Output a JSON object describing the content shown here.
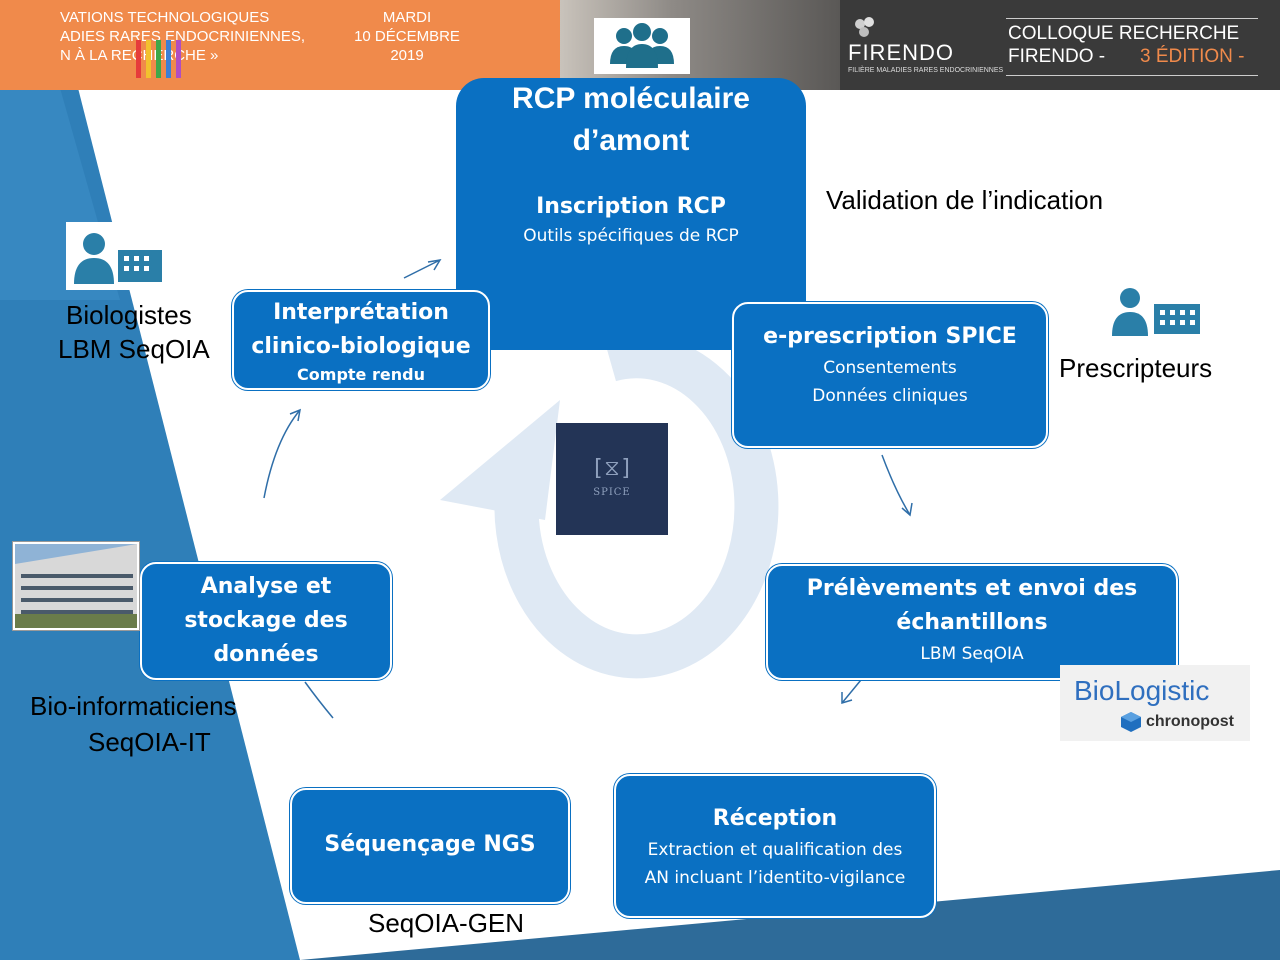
{
  "banner": {
    "line1": "VATIONS TECHNOLOGIQUES",
    "line2": "ADIES RARES ENDOCRINIENNES,",
    "line3": "N À LA RECHERCHE »",
    "day": "MARDI",
    "date": "10 DÉCEMBRE",
    "year": "2019",
    "firendo": "FIRENDO",
    "firendo_sub": "FILIÈRE MALADIES RARES ENDOCRINIENNES",
    "colloque_line1": "COLLOQUE RECHERCHE",
    "colloque_line2": "FIRENDO - ",
    "colloque_edition": "3 ÉDITION -"
  },
  "boxes": {
    "rcp": {
      "title": "RCP moléculaire d’amont",
      "subtitle": "Inscription RCP",
      "detail": "Outils spécifiques de RCP"
    },
    "interpretation": {
      "line1": "Interprétation",
      "line2": "clinico-biologique",
      "detail": "Compte rendu"
    },
    "eprescription": {
      "title": "e-prescription SPICE",
      "detail1": "Consentements",
      "detail2": "Données cliniques"
    },
    "prelevements": {
      "line1": "Prélèvements et envoi des",
      "line2": "échantillons",
      "detail": "LBM SeqOIA"
    },
    "analyse": {
      "line1": "Analyse et",
      "line2": "stockage des",
      "line3": "données"
    },
    "sequencage": {
      "title": "Séquençage NGS"
    },
    "reception": {
      "title": "Réception",
      "detail1": "Extraction et qualification des",
      "detail2": "AN incluant l’identito-vigilance"
    }
  },
  "labels": {
    "validation": "Validation de l’indication",
    "biologistes_1": "Biologistes",
    "biologistes_2": "LBM SeqOIA",
    "prescripteurs": "Prescripteurs",
    "bioinfo_1": "Bio-informaticiens",
    "bioinfo_2": "SeqOIA-IT",
    "seqoia_gen": "SeqOIA-GEN"
  },
  "logos": {
    "spice": "SPICE",
    "biologistic": "BioLogistic",
    "chronopost": "chronopost"
  },
  "colors": {
    "box_blue": "#0a70c2",
    "side_blue": "#2f7fb8",
    "banner_orange": "#f08a4b",
    "cycle_arrow": "#dfe9f4",
    "spice_navy": "#233456"
  }
}
